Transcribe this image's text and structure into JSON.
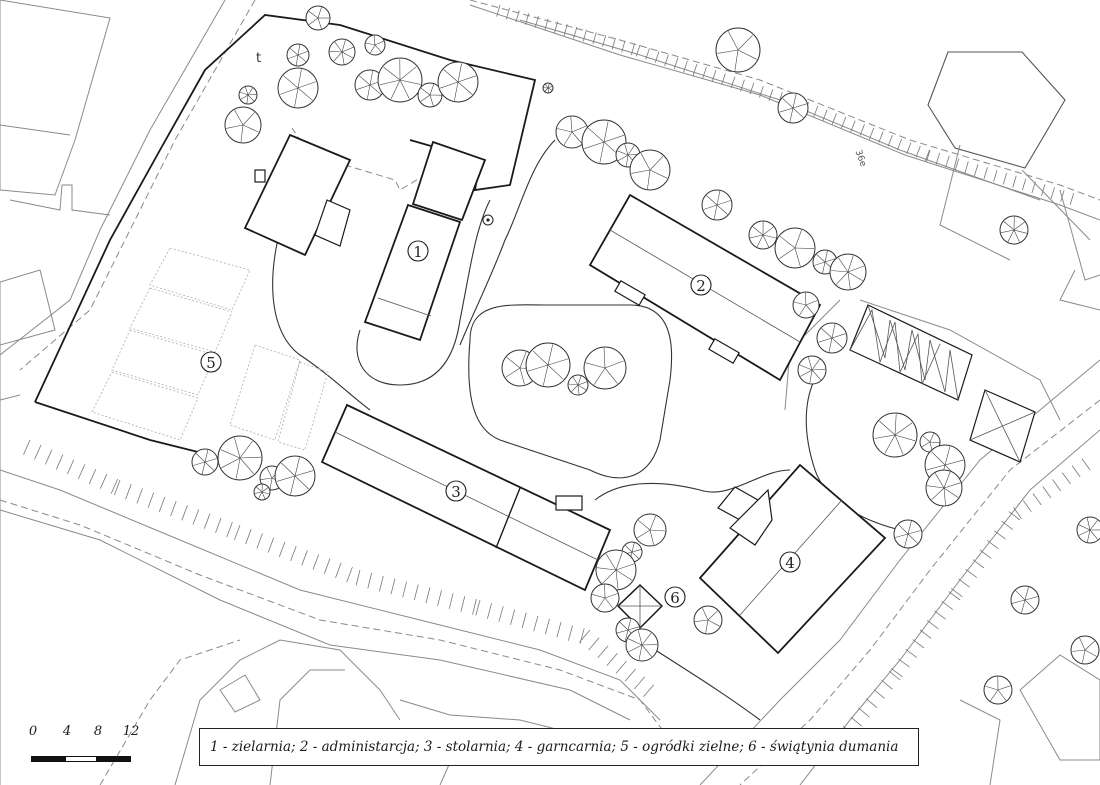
{
  "plan": {
    "buildings": [
      {
        "id": "1",
        "label": "1"
      },
      {
        "id": "2",
        "label": "2"
      },
      {
        "id": "3",
        "label": "3"
      },
      {
        "id": "4",
        "label": "4"
      },
      {
        "id": "5",
        "label": "5"
      },
      {
        "id": "6",
        "label": "6"
      }
    ],
    "annotations": {
      "cross_mark": "t",
      "street_number": "36e"
    }
  },
  "legend": {
    "text": "1 - zielarnia; 2 - administarcja; 3 - stolarnia; 4 - garncarnia; 5 - ogródki zielne; 6 - świątynia dumania"
  },
  "scale": {
    "ticks": [
      "0",
      "4",
      "8",
      "12"
    ]
  }
}
